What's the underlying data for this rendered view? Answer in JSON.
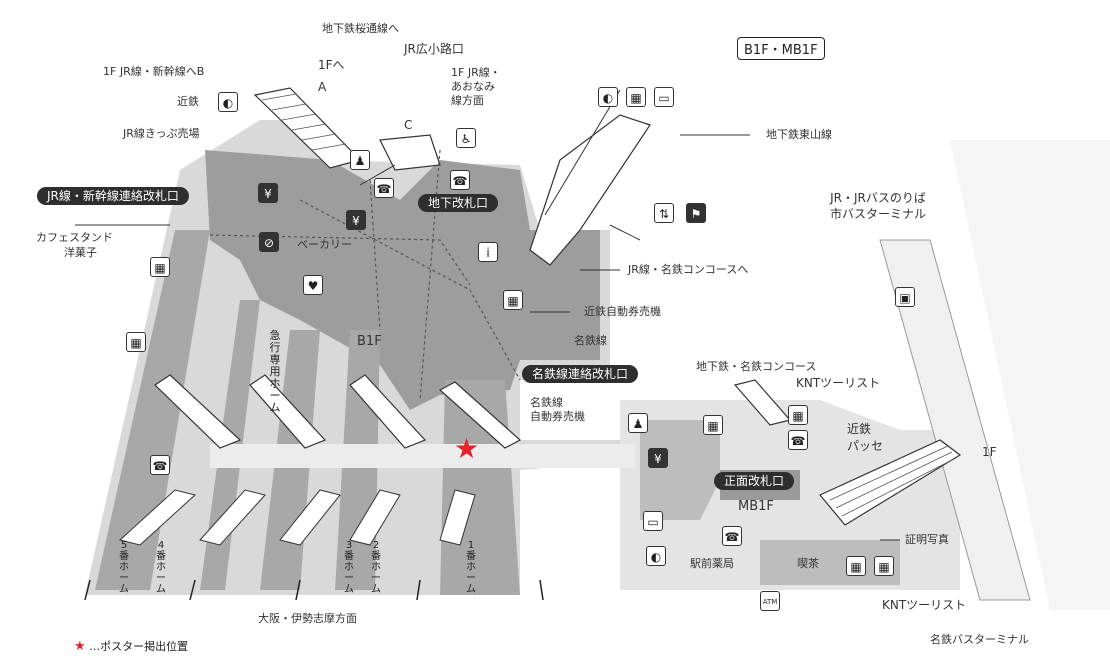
{
  "floor_badge": "B1F・MB1F",
  "labels": {
    "subway_higashiyama_bound_top": "地下鉄桜通線へ",
    "jr_hirokoji": "JR広小路口",
    "to_1f": "1Fへ",
    "exit_a": "A",
    "to_1f_jr_shinkansen_b": "1F JR線・新幹線へB",
    "kintetsu_top": "近鉄",
    "jr_ticket_office": "JR線きっぷ売場",
    "jr_shinkansen_transfer_gate": "JR線・新幹線連絡改札口",
    "cafe_stand": "カフェスタンド",
    "western_sweets": "洋菓子",
    "jr_aonami": "1F JR線・\nあおなみ\n線方面",
    "exit_c": "C",
    "subway_gate": "地下改札口",
    "bakery": "ベーカリー",
    "higashiyama_line": "地下鉄東山線",
    "jr_meitetsu_concourse": "JR線・名鉄コンコースへ",
    "kintetsu_ticket_machine": "近鉄自動券売機",
    "meitetsu_line": "名鉄線",
    "b1f": "B1F",
    "meitetsu_transfer_gate": "名鉄線連絡改札口",
    "meitetsu_ticket_machine": "名鉄線\n自動券売機",
    "express_platform": "急行専用ホーム",
    "subway_meitetsu_concourse": "地下鉄・名鉄コンコース",
    "knt_tourist_top": "KNTツーリスト",
    "kintetsu_passe": "近鉄\nパッセ",
    "floor_1f": "1F",
    "jr_bus_stop": "JR・JRバスのりば\n市バスターミナル",
    "main_gate": "正面改札口",
    "mb1f": "MB1F",
    "id_photo": "証明写真",
    "pharmacy": "駅前薬局",
    "cafe": "喫茶",
    "knt_tourist_bottom": "KNTツーリスト",
    "osaka_ise_direction": "大阪・伊勢志摩方面",
    "meitetsu_bus_terminal": "名鉄バスターミナル",
    "atm": "ATM"
  },
  "platforms": [
    "5番ホーム",
    "4番ホーム",
    "3番ホーム",
    "2番ホーム",
    "1番ホーム"
  ],
  "legend": {
    "symbol": "★",
    "text": "…ポスター掲出位置"
  },
  "colors": {
    "floor_dark": "#9a9a9a",
    "floor_light": "#d8d8d8",
    "star": "#e3232b",
    "line": "#333333"
  }
}
